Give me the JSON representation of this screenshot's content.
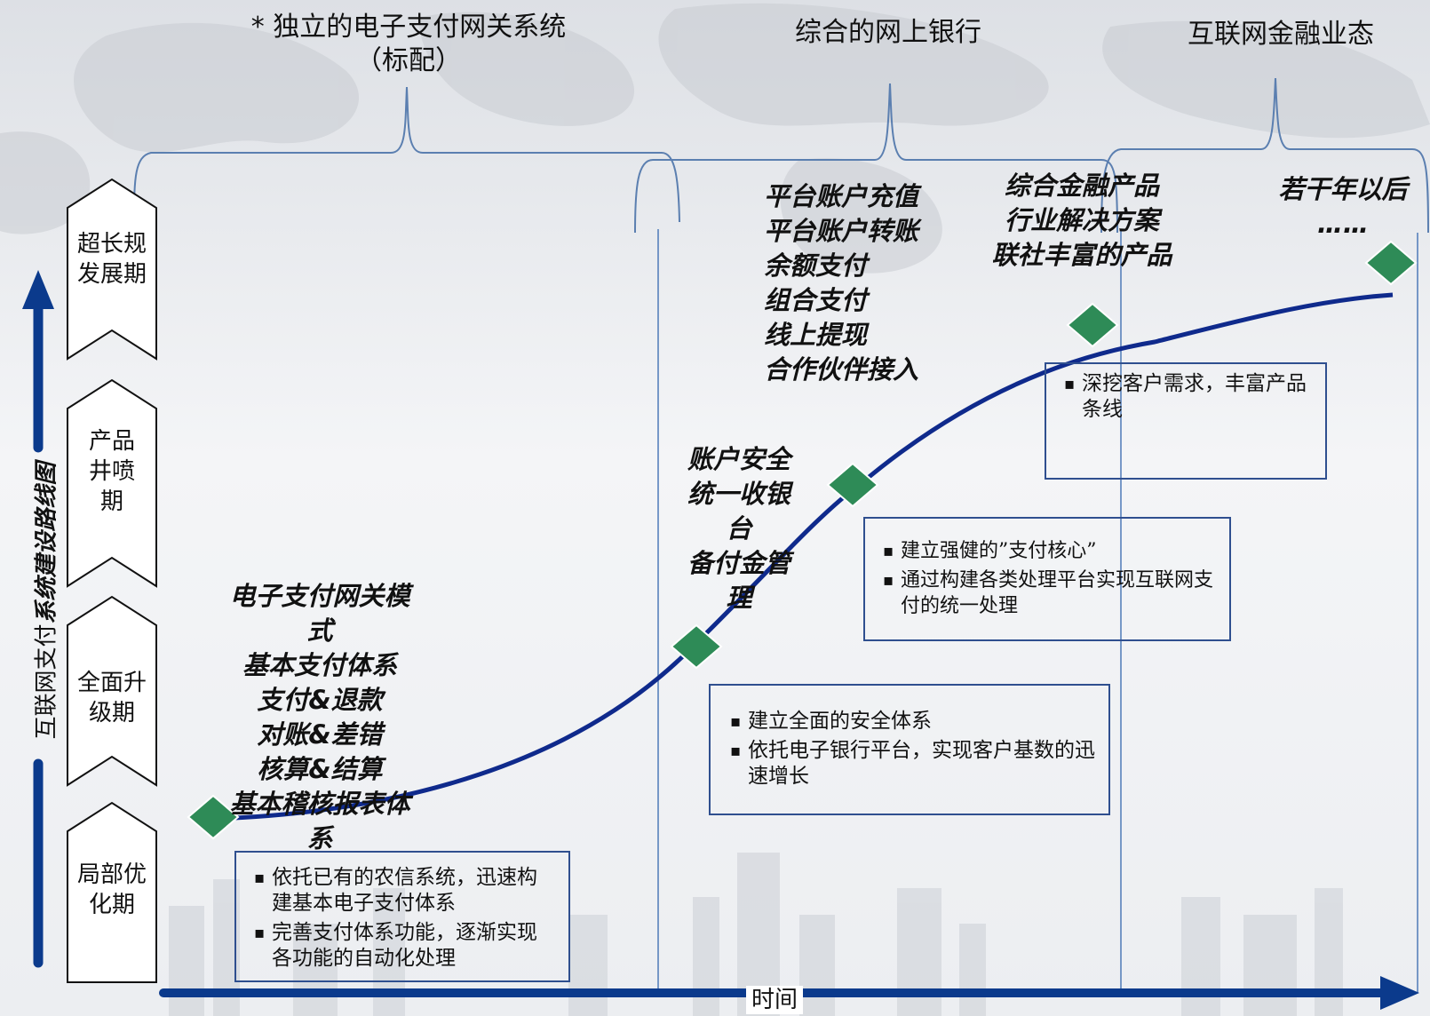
{
  "top_titles": {
    "phase1_line1": "* 独立的电子支付网关系统",
    "phase1_line2": "（标配）",
    "phase2": "综合的网上银行",
    "phase3": "互联网金融业态"
  },
  "stages": [
    {
      "label": "超长规发展期"
    },
    {
      "label": "产品井喷期"
    },
    {
      "label": "全面升级期"
    },
    {
      "label": "局部优化期"
    }
  ],
  "stage_lines": {
    "s0": [
      "超长规",
      "发展期"
    ],
    "s1": [
      "产品",
      "井喷",
      "期"
    ],
    "s2": [
      "全面升",
      "级期"
    ],
    "s3": [
      "局部优",
      "化期"
    ]
  },
  "y_axis_label_a": "互联网支付",
  "y_axis_label_b": "系统建设路线图",
  "x_axis_label": "时间",
  "milestone_lists": {
    "m1": [
      "电子支付网关模",
      "式",
      "基本支付体系",
      "支付&退款",
      "对账&差错",
      "核算&结算",
      "基本稽核报表体",
      "系"
    ],
    "m2": [
      "账户安全",
      "统一收银",
      "台",
      "备付金管",
      "理"
    ],
    "m3": [
      "平台账户充值",
      "平台账户转账",
      "余额支付",
      "组合支付",
      "线上提现",
      "合作伙伴接入"
    ],
    "m4": [
      "综合金融产品",
      "行业解决方案",
      "联社丰富的产品"
    ],
    "m5": [
      "若干年以后",
      "……"
    ]
  },
  "notes": {
    "n1": [
      "依托已有的农信系统，迅速构建基本电子支付体系",
      "完善支付体系功能，逐渐实现各功能的自动化处理"
    ],
    "n2": [
      "建立全面的安全体系",
      "依托电子银行平台，实现客户基数的迅速增长"
    ],
    "n3": [
      "建立强健的”支付核心”",
      "通过构建各类处理平台实现互联网支付的统一处理"
    ],
    "n4": [
      "深挖客户需求，丰富产品条线"
    ]
  },
  "colors": {
    "curve": "#0f2a8c",
    "diamond": "#2e8b57",
    "arrow": "#0b3a8c",
    "bracket": "#5b7fb0",
    "divider": "#4e7ab8"
  }
}
